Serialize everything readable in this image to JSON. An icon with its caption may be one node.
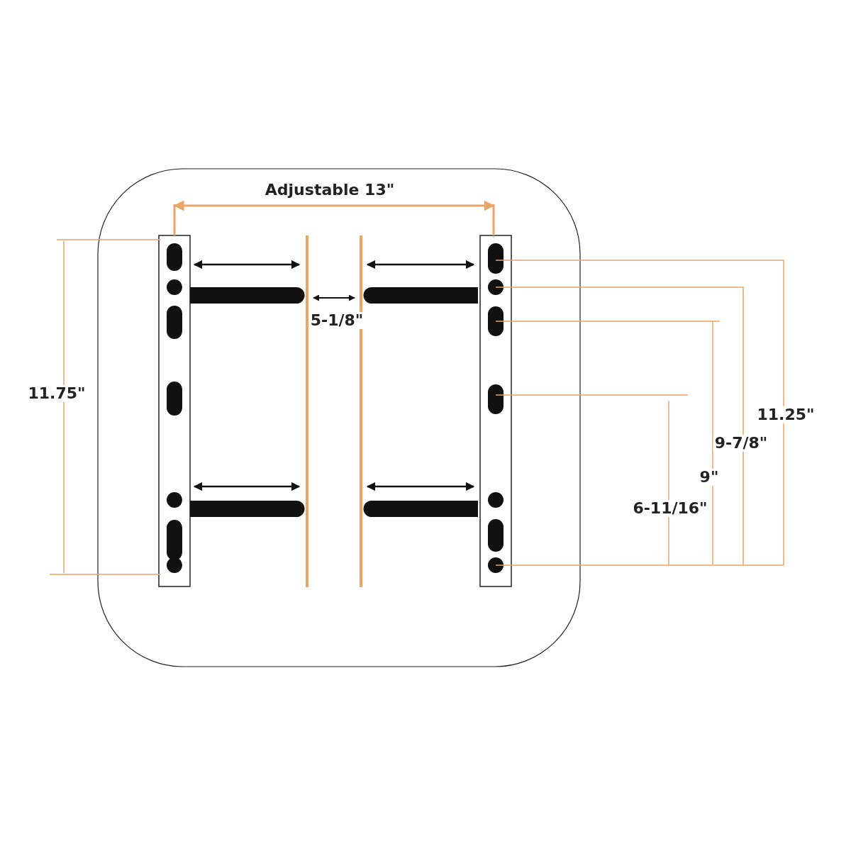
{
  "diagram": {
    "labels": [
      "Adjustable 13\"",
      "5-1/8\"",
      "11.75\"",
      "11.25\"",
      "9-7/8\"",
      "9\"",
      "6-11/16\""
    ]
  }
}
